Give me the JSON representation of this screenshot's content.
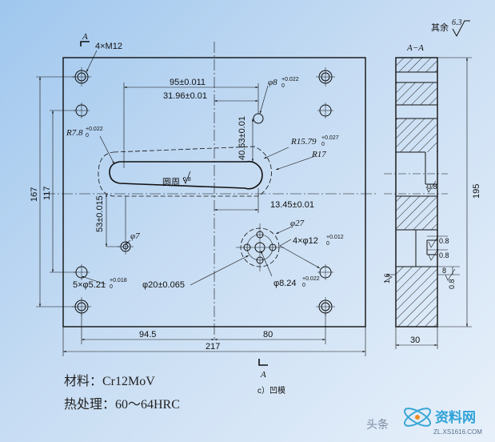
{
  "roughness": {
    "label": "其余",
    "value": "6.3"
  },
  "section_view": {
    "title": "A−A",
    "width": "30",
    "height": "195",
    "surface_1": "0.8",
    "surface_2": "0.8",
    "surface_3": "0.8",
    "surface_4": "0.8",
    "depth": "8",
    "rough_left": "1.6"
  },
  "top_view": {
    "section_mark": "A",
    "threads": "4×M12",
    "d95": "95±0.011",
    "d3196": "31.96±0.01",
    "d4063": "40.63±0.01",
    "phi8": "φ8",
    "phi8_tol": "+0.022",
    "phi8_tol0": "0",
    "r78": "R7.8",
    "r78_tol": "+0.022",
    "r78_tol0": "0",
    "r1579": "R15.79",
    "r1579_tol": "+0.027",
    "r1579_tol0": "0",
    "r17": "R17",
    "circle_label": "圆周",
    "circle_rough": "0.8",
    "d1345": "13.45±0.01",
    "d53": "53±0.015",
    "d167": "167",
    "d117": "117",
    "phi7": "φ7",
    "phi27": "φ27",
    "holes4": "4×φ12",
    "holes4_tol": "+0.012",
    "holes4_tol0": "0",
    "holes5": "5×φ5.21",
    "holes5_tol": "+0.018",
    "holes5_tol0": "0",
    "phi20": "φ20±0.065",
    "phi824": "φ8.24",
    "phi824_tol": "+0.022",
    "phi824_tol0": "0",
    "d945": "94.5",
    "d80": "80",
    "d217": "217",
    "bottom_mark": "A",
    "caption": "c）凹模"
  },
  "notes": {
    "material": "材料：Cr12MoV",
    "heat": "热处理：60～64HRC"
  },
  "watermark": {
    "prefix": "头条",
    "brand": "资料网",
    "url": "ZL.XS1616.COM"
  }
}
